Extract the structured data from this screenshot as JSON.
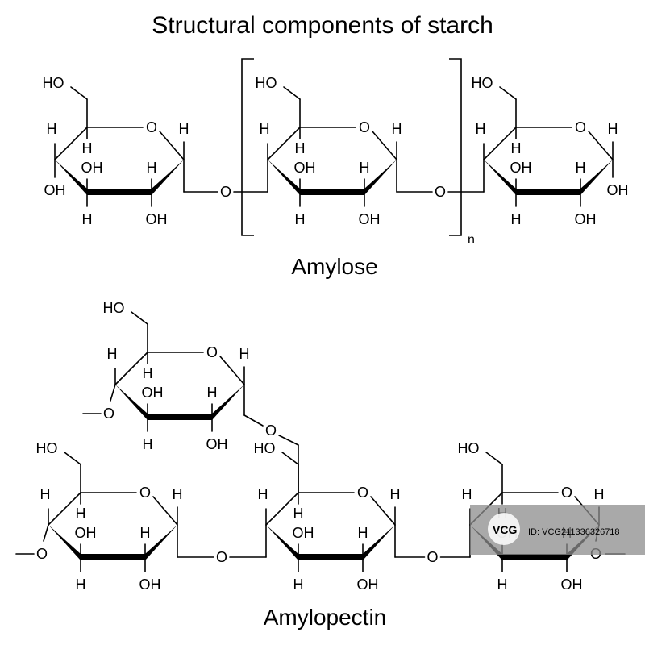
{
  "title": "Structural components of starch",
  "amylose_label": "Amylose",
  "amylopectin_label": "Amylopectin",
  "repeat_subscript": "n",
  "watermark_id": "ID: VCG211336326718",
  "watermark_brand": "VCG",
  "atoms": {
    "ring_oxygen": "O",
    "hydroxyl": "OH",
    "hydroxymethyl": "HO",
    "hydrogen": "H",
    "bridge_oxygen": "O"
  },
  "colors": {
    "ink": "#000000",
    "background": "#ffffff",
    "watermark": "#8c8c8c"
  }
}
